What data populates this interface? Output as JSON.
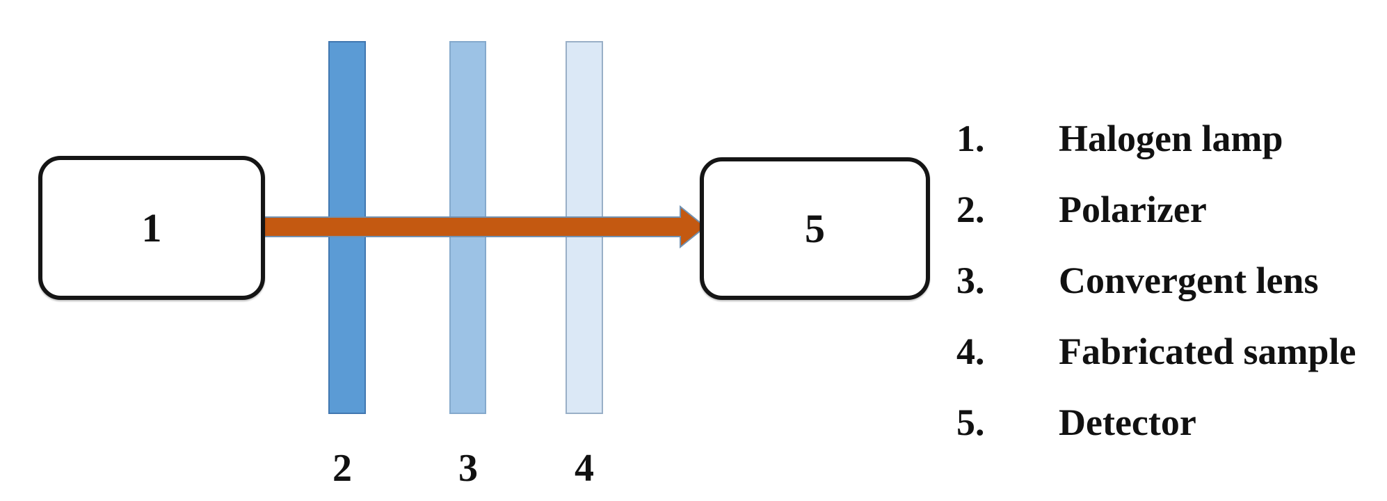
{
  "diagram": {
    "title_hint": "optical characterization setup",
    "box_border_color": "#151515",
    "source_box": {
      "label": "1"
    },
    "detector_box": {
      "label": "5"
    },
    "beam": {
      "fill": "#c45911",
      "outline": "#7191b1"
    },
    "bars": [
      {
        "id": "polarizer",
        "label": "2",
        "fill": "#5b9bd5",
        "border": "#4177b0"
      },
      {
        "id": "lens",
        "label": "3",
        "fill": "#9cc2e5",
        "border": "#84a9cc"
      },
      {
        "id": "sample",
        "label": "4",
        "fill": "#dbe8f6",
        "border": "#99afc7"
      }
    ]
  },
  "legend": {
    "items": [
      {
        "number": "1.",
        "label": "Halogen lamp"
      },
      {
        "number": "2.",
        "label": "Polarizer"
      },
      {
        "number": "3.",
        "label": "Convergent lens"
      },
      {
        "number": "4.",
        "label": "Fabricated sample"
      },
      {
        "number": "5.",
        "label": "Detector"
      }
    ]
  }
}
